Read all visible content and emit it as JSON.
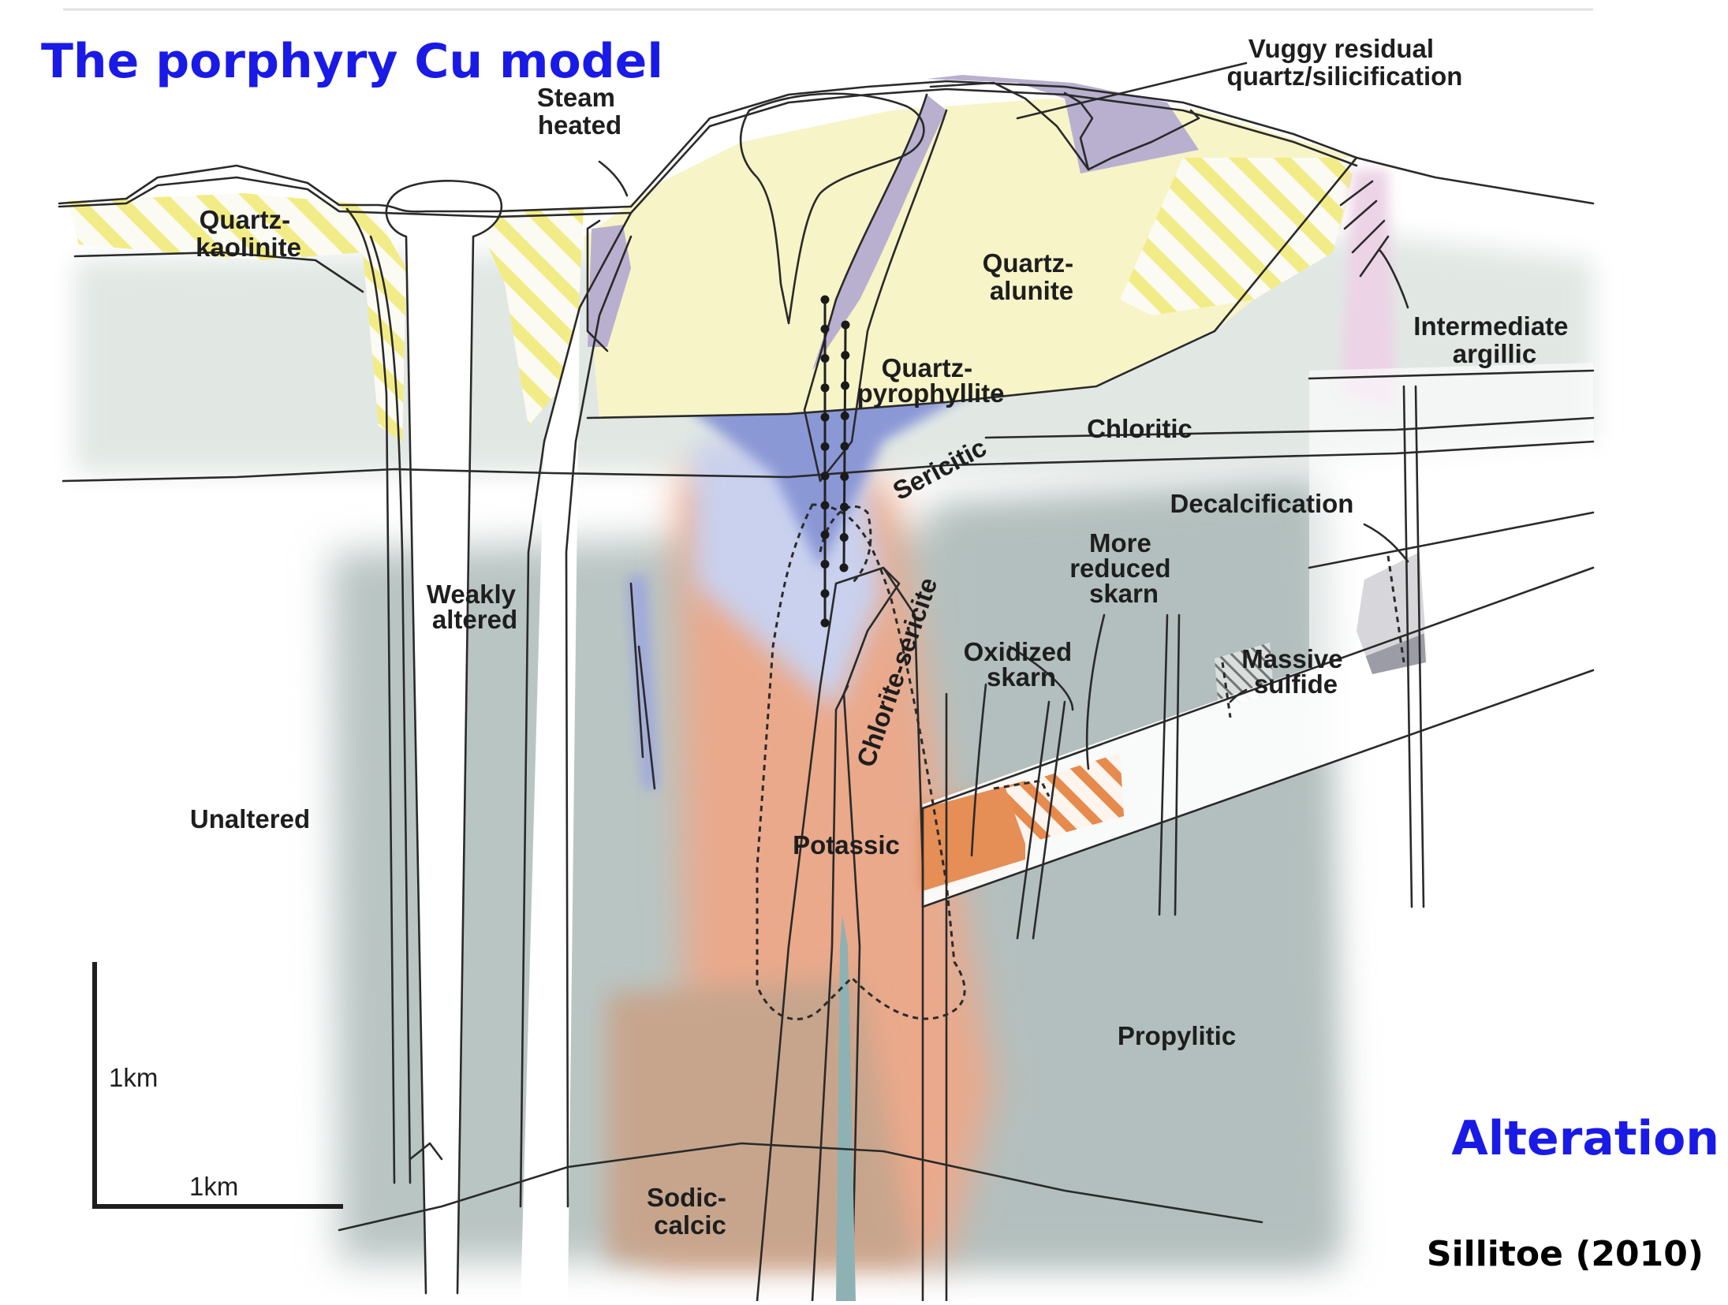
{
  "title": "The porphyry Cu model",
  "subtitle": "Alteration",
  "credit": "Sillitoe (2010)",
  "scale_bar": {
    "vertical_label": "1km",
    "horizontal_label": "1km"
  },
  "labels": {
    "quartz_kaolinite": [
      "Quartz-",
      "kaolinite"
    ],
    "steam_heated": [
      "Steam",
      "heated"
    ],
    "vuggy": [
      "Vuggy residual",
      "quartz/silicification"
    ],
    "quartz_alunite": [
      "Quartz-",
      "alunite"
    ],
    "intermediate_argillic": [
      "Intermediate",
      "argillic"
    ],
    "quartz_pyrophyllite": [
      "Quartz-",
      "pyrophyllite"
    ],
    "chloritic": "Chloritic",
    "sericitic": "Sericitic",
    "decalcification": "Decalcification",
    "weakly_altered": [
      "Weakly",
      "altered"
    ],
    "more_reduced_skarn": [
      "More",
      "reduced",
      "skarn"
    ],
    "oxidized_skarn": [
      "Oxidized",
      "skarn"
    ],
    "massive_sulfide": [
      "Massive",
      "sulfide"
    ],
    "chlorite_sericite": "Chlorite-sericite",
    "unaltered": "Unaltered",
    "potassic": "Potassic",
    "propylitic": "Propylitic",
    "sodic_calcic": [
      "Sodic-",
      "calcic"
    ]
  },
  "colors": {
    "title": "#1a1ae6",
    "propylitic": "#b9c4c2",
    "chloritic": "#dfe7e3",
    "potassic": "#e9a889",
    "sodic_calcic": "#c9a890",
    "quartz_alunite": "#f7f4c8",
    "quartz_pyrophyllite": "#8f9bd6",
    "vuggy_quartz": "#b9b0d0",
    "yellow_hatch": "#f0ea7a",
    "oxidized_skarn": "#e07b3a"
  }
}
